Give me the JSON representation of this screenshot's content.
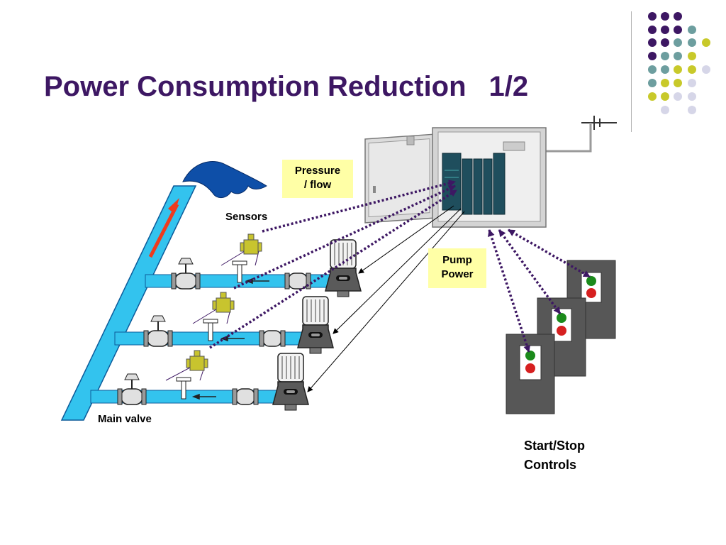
{
  "slide": {
    "title": "Power Consumption Reduction",
    "page": "1/2"
  },
  "labels": {
    "pressure_flow_line1": "Pressure",
    "pressure_flow_line2": "/ flow",
    "pump_power_line1": "Pump",
    "pump_power_line2": "Power",
    "sensors": "Sensors",
    "main_valve": "Main valve",
    "start_stop_line1": "Start/Stop",
    "start_stop_line2": "Controls"
  },
  "colors": {
    "title": "#3d1763",
    "pipe": "#33c3ee",
    "dotted_link": "#3d1763",
    "callout_bg": "#ffffa6",
    "sensor": "#c8c42e",
    "start_button": "#1b8a1b",
    "stop_button": "#d62020",
    "control_box": "#575757",
    "flow_arrow": "#ee3b1e",
    "water": "#0e4fa8"
  },
  "decor": {
    "dot_palette": [
      "#3d1763",
      "#6d9e9f",
      "#c8c92a",
      "#d6d6e8"
    ]
  }
}
